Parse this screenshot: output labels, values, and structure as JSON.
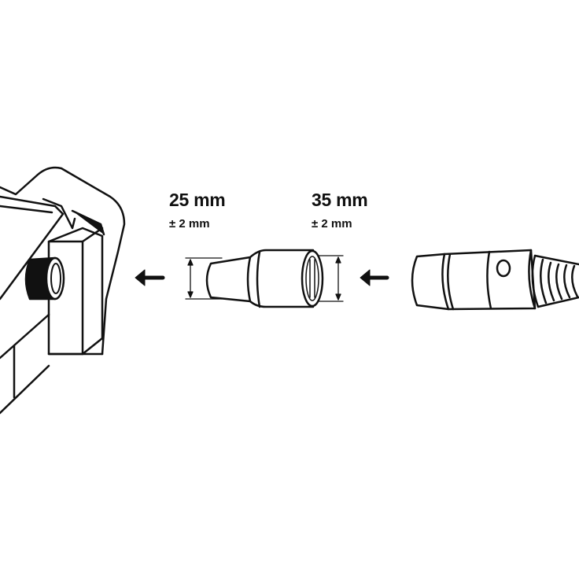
{
  "labels": {
    "small_end": {
      "size": "25 mm",
      "tolerance": "± 2 mm"
    },
    "large_end": {
      "size": "35 mm",
      "tolerance": "± 2 mm"
    }
  },
  "icons": [
    "power-tool-outlet",
    "arrow-left",
    "adapter",
    "arrow-left",
    "vacuum-hose"
  ],
  "colors": {
    "line": "#111111",
    "background": "#ffffff"
  }
}
